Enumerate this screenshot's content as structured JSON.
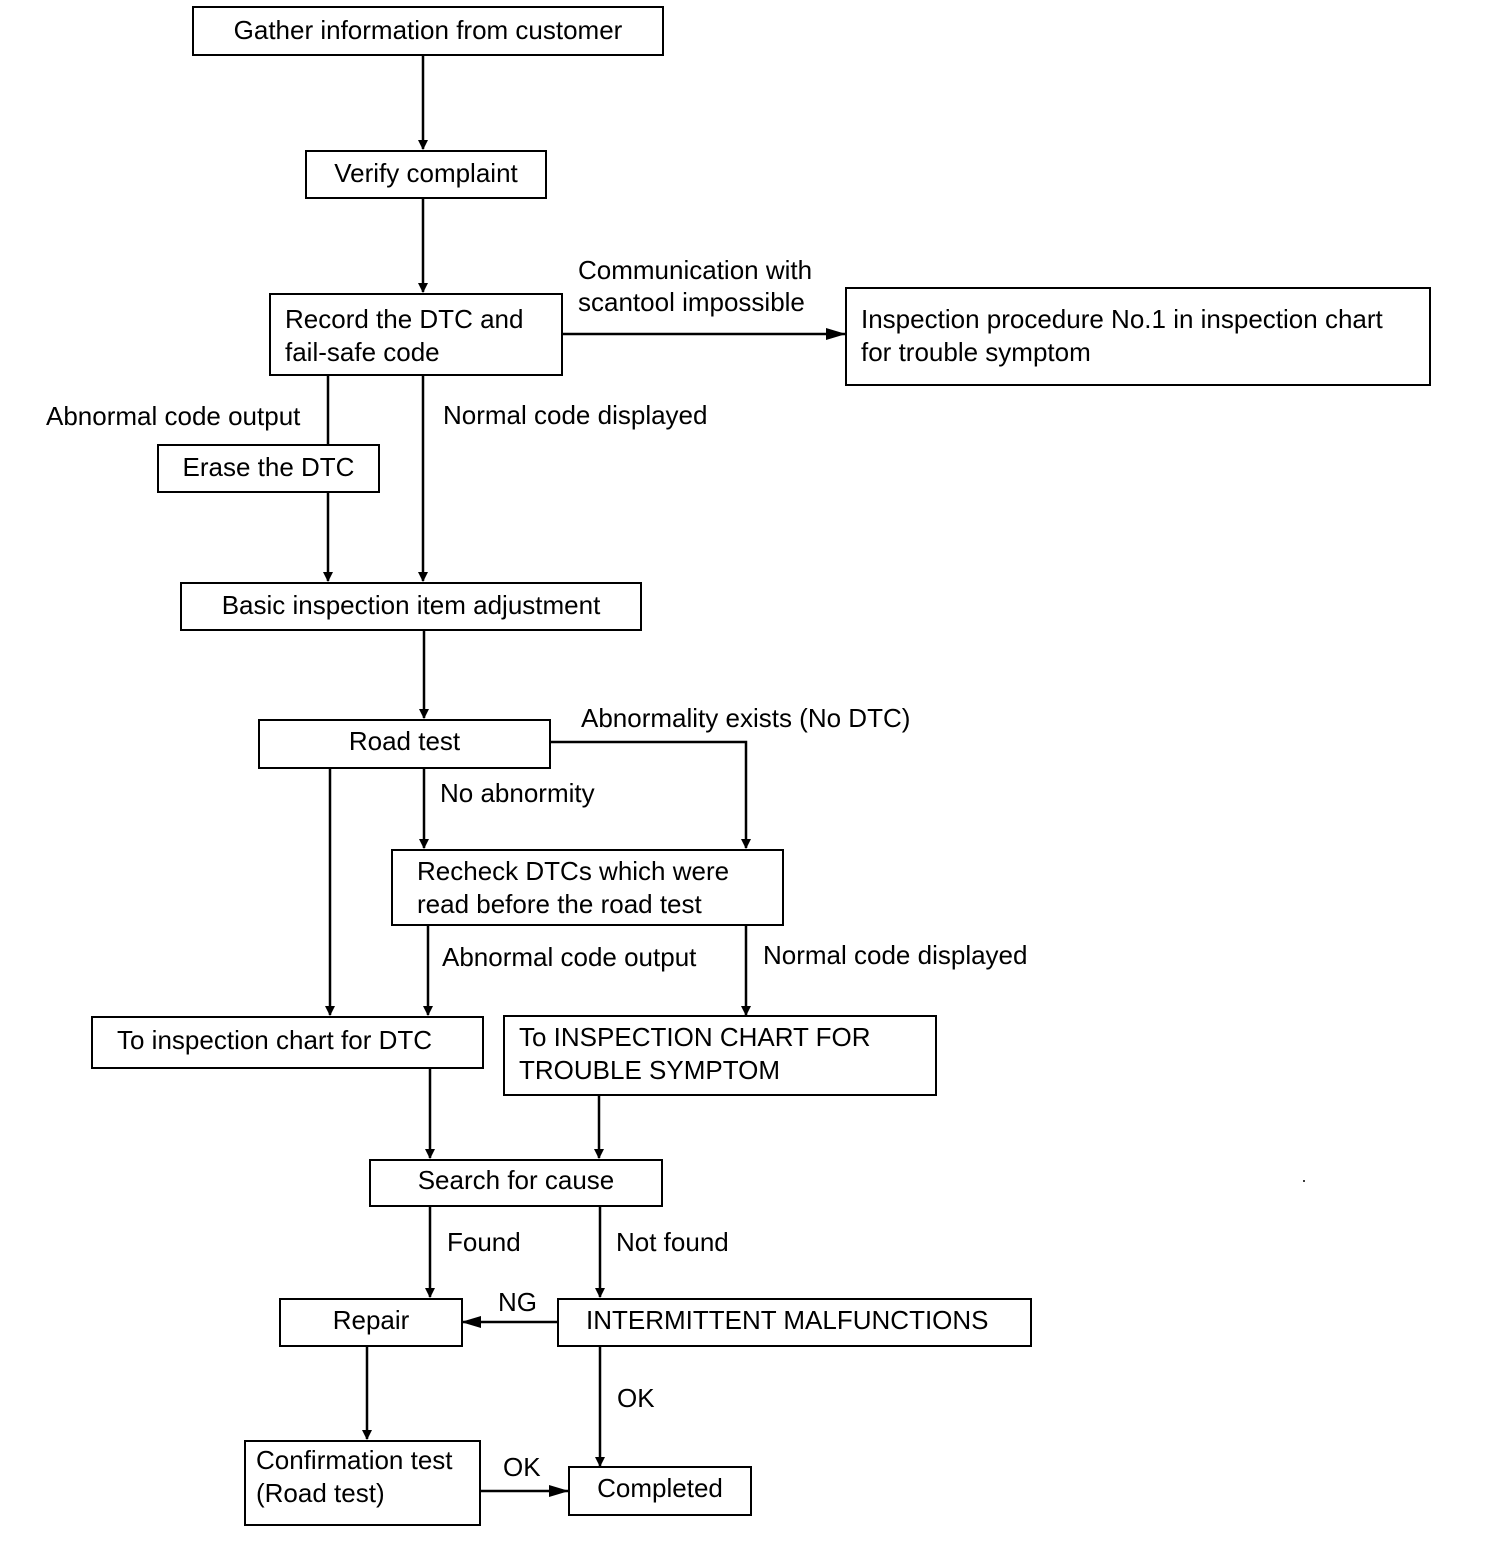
{
  "nodes": {
    "gather": "Gather information from customer",
    "verify": "Verify complaint",
    "record": "Record the DTC and\nfail-safe code",
    "procedure1": "Inspection procedure No.1 in inspection chart\nfor trouble symptom",
    "erase": "Erase the DTC",
    "basic": "Basic inspection item adjustment",
    "road_test": "Road test",
    "recheck": "Recheck DTCs which were\nread before the road test",
    "chart_dtc": "To inspection chart for DTC",
    "chart_symptom": "To INSPECTION CHART FOR\nTROUBLE SYMPTOM",
    "search": "Search for cause",
    "repair": "Repair",
    "intermittent": "INTERMITTENT MALFUNCTIONS",
    "confirm": "Confirmation test\n(Road test)",
    "completed": "Completed"
  },
  "edge_labels": {
    "comm_impossible": "Communication with\nscantool impossible",
    "abnormal_1": "Abnormal code output",
    "normal_1": "Normal code displayed",
    "abnormality_exists": "Abnormality exists (No DTC)",
    "no_abnormity": "No abnormity",
    "abnormal_2": "Abnormal code output",
    "normal_2": "Normal code displayed",
    "found": "Found",
    "not_found": "Not found",
    "ng": "NG",
    "ok_1": "OK",
    "ok_2": "OK"
  }
}
